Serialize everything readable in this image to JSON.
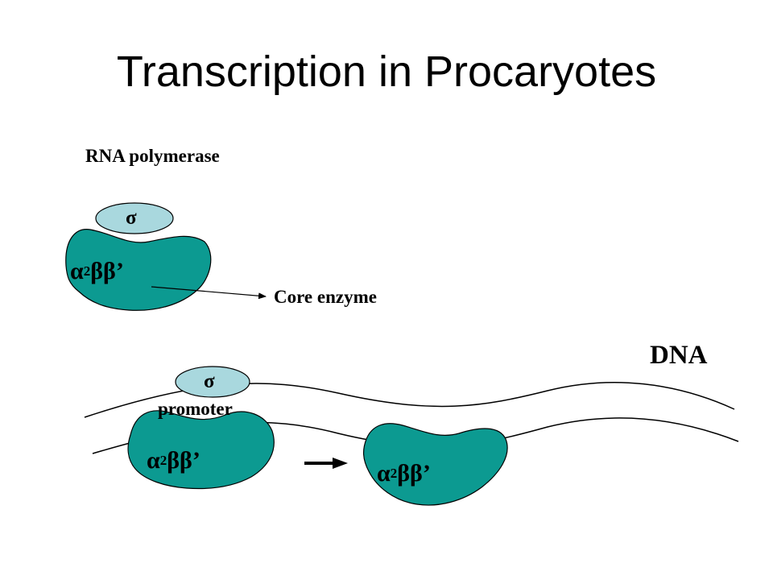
{
  "slide": {
    "title": "Transcription in Procaryotes"
  },
  "labels": {
    "rna_polymerase": "RNA polymerase",
    "core_enzyme": "Core enzyme",
    "dna": "DNA",
    "promoter": "promoter",
    "sigma": "σ",
    "core_subunits_alpha": "α",
    "core_subunits_exp": "2",
    "core_subunits_beta": "ββ’"
  },
  "colors": {
    "core_enzyme_fill": "#0c9a91",
    "sigma_fill": "#a9d8de",
    "line": "#000000",
    "background": "#ffffff"
  }
}
